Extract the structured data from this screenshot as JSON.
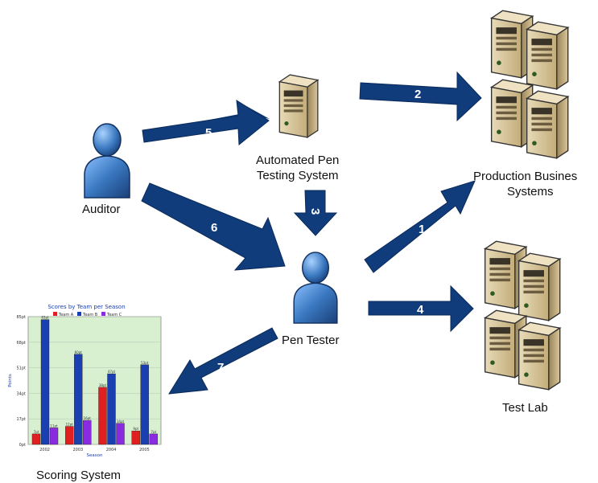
{
  "nodes": {
    "auditor": {
      "label": "Auditor"
    },
    "automated_system": {
      "label_line1": "Automated Pen",
      "label_line2": "Testing System"
    },
    "production": {
      "label_line1": "Production Busines",
      "label_line2": "Systems"
    },
    "pen_tester": {
      "label": "Pen Tester"
    },
    "test_lab": {
      "label": "Test Lab"
    },
    "scoring": {
      "label": "Scoring System"
    }
  },
  "arrows": [
    {
      "id": "arrow-1",
      "number": "1",
      "from": "Pen Tester",
      "to": "Production Business Systems"
    },
    {
      "id": "arrow-2",
      "number": "2",
      "from": "Automated Pen Testing System",
      "to": "Production Business Systems"
    },
    {
      "id": "arrow-3",
      "number": "3",
      "from": "Automated Pen Testing System",
      "to": "Pen Tester"
    },
    {
      "id": "arrow-4",
      "number": "4",
      "from": "Pen Tester",
      "to": "Test Lab"
    },
    {
      "id": "arrow-5",
      "number": "5",
      "from": "Auditor",
      "to": "Automated Pen Testing System"
    },
    {
      "id": "arrow-6",
      "number": "6",
      "from": "Auditor",
      "to": "Pen Tester"
    },
    {
      "id": "arrow-7",
      "number": "7",
      "from": "Pen Tester",
      "to": "Scoring System"
    }
  ],
  "colors": {
    "arrow": "#103c7c",
    "arrow_stroke": "#0a2a5a",
    "person": "#3a78c0",
    "server": "#c8b07e",
    "chart_bg": "#d8f0d0",
    "team_a": "#e02020",
    "team_b": "#1a3fb0",
    "team_c": "#8a2be2"
  },
  "chart_data": {
    "type": "bar",
    "title": "Scores by Team per Season",
    "xlabel": "Season",
    "ylabel": "Points",
    "categories": [
      "2002",
      "2003",
      "2004",
      "2005"
    ],
    "series": [
      {
        "name": "Team A",
        "values": [
          7,
          12,
          38,
          9
        ]
      },
      {
        "name": "Team B",
        "values": [
          83,
          60,
          47,
          53
        ]
      },
      {
        "name": "Team C",
        "values": [
          11,
          16,
          14,
          7
        ]
      }
    ],
    "data_labels": {
      "Team A": [
        "7pt",
        "12pt",
        "38pt",
        "9pt"
      ],
      "Team B": [
        "83pt",
        "60pt",
        "47pt",
        "53pt"
      ],
      "Team C": [
        "11pt",
        "16pt",
        "14pt",
        "7pt"
      ]
    },
    "yticks": [
      "0pt",
      "17pt",
      "34pt",
      "51pt",
      "68pt",
      "85pt"
    ],
    "ylim": [
      0,
      85
    ],
    "grid": true,
    "legend": "top"
  }
}
